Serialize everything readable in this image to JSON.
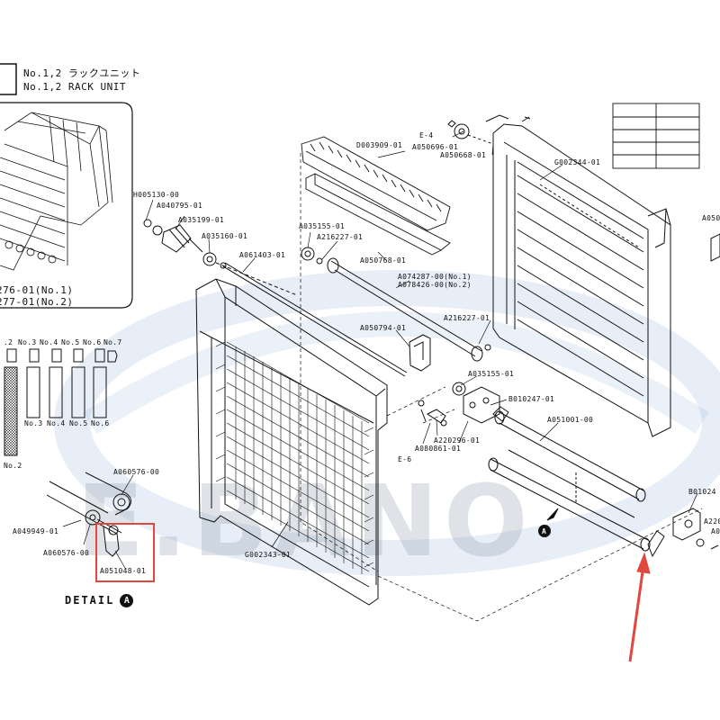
{
  "header": {
    "line1": "No.1,2 ラックユニット",
    "line2": "No.1,2 RACK UNIT"
  },
  "inset": {
    "codes": [
      "276-01(No.1)",
      "277-01(No.2)"
    ],
    "numbers_top": [
      ".2",
      "No.3",
      "No.4",
      "No.5",
      "No.6",
      "No.7"
    ],
    "numbers_bottom": [
      "No.3",
      "No.4",
      "No.5",
      "No.6"
    ],
    "no2": "No.2"
  },
  "parts": {
    "e4": "E-4",
    "a050696": "A050696-01",
    "a050668": "A050668-01",
    "d003909": "D003909-01",
    "g002344": "G002344-01",
    "a050_right": "A050",
    "h005130": "H005130-00",
    "a040795": "A040795-01",
    "a035199": "A035199-01",
    "a035160": "A035160-01",
    "a061403": "A061403-01",
    "a035155_top": "A035155-01",
    "a216227_top": "A216227-01",
    "a050768": "A050768-01",
    "a074287": "A074287-00(No.1)",
    "a078426": "A078426-00(No.2)",
    "a050794": "A050794-01",
    "a216227_mid": "A216227-01",
    "a035155_mid": "A035155-01",
    "b010247_mid": "B010247-01",
    "a220296": "A220296-01",
    "a080861": "A080861-01",
    "e6": "E-6",
    "a051001": "A051001-00",
    "b01024_right": "B01024",
    "a220_right": "A220",
    "a0_right": "A0",
    "a060576_top": "A060576-00",
    "a049949": "A049949-01",
    "a060576_bottom": "A060576-00",
    "a051048": "A051048-01",
    "g002343": "G002343-01"
  },
  "detail": {
    "label": "DETAIL",
    "badge": "A"
  },
  "callout_badge": "A",
  "watermark": "E.BANO",
  "colors": {
    "line": "#111111",
    "highlight": "#e0473f",
    "arrow": "#e0473f",
    "watermark": "#9aa3b0"
  }
}
